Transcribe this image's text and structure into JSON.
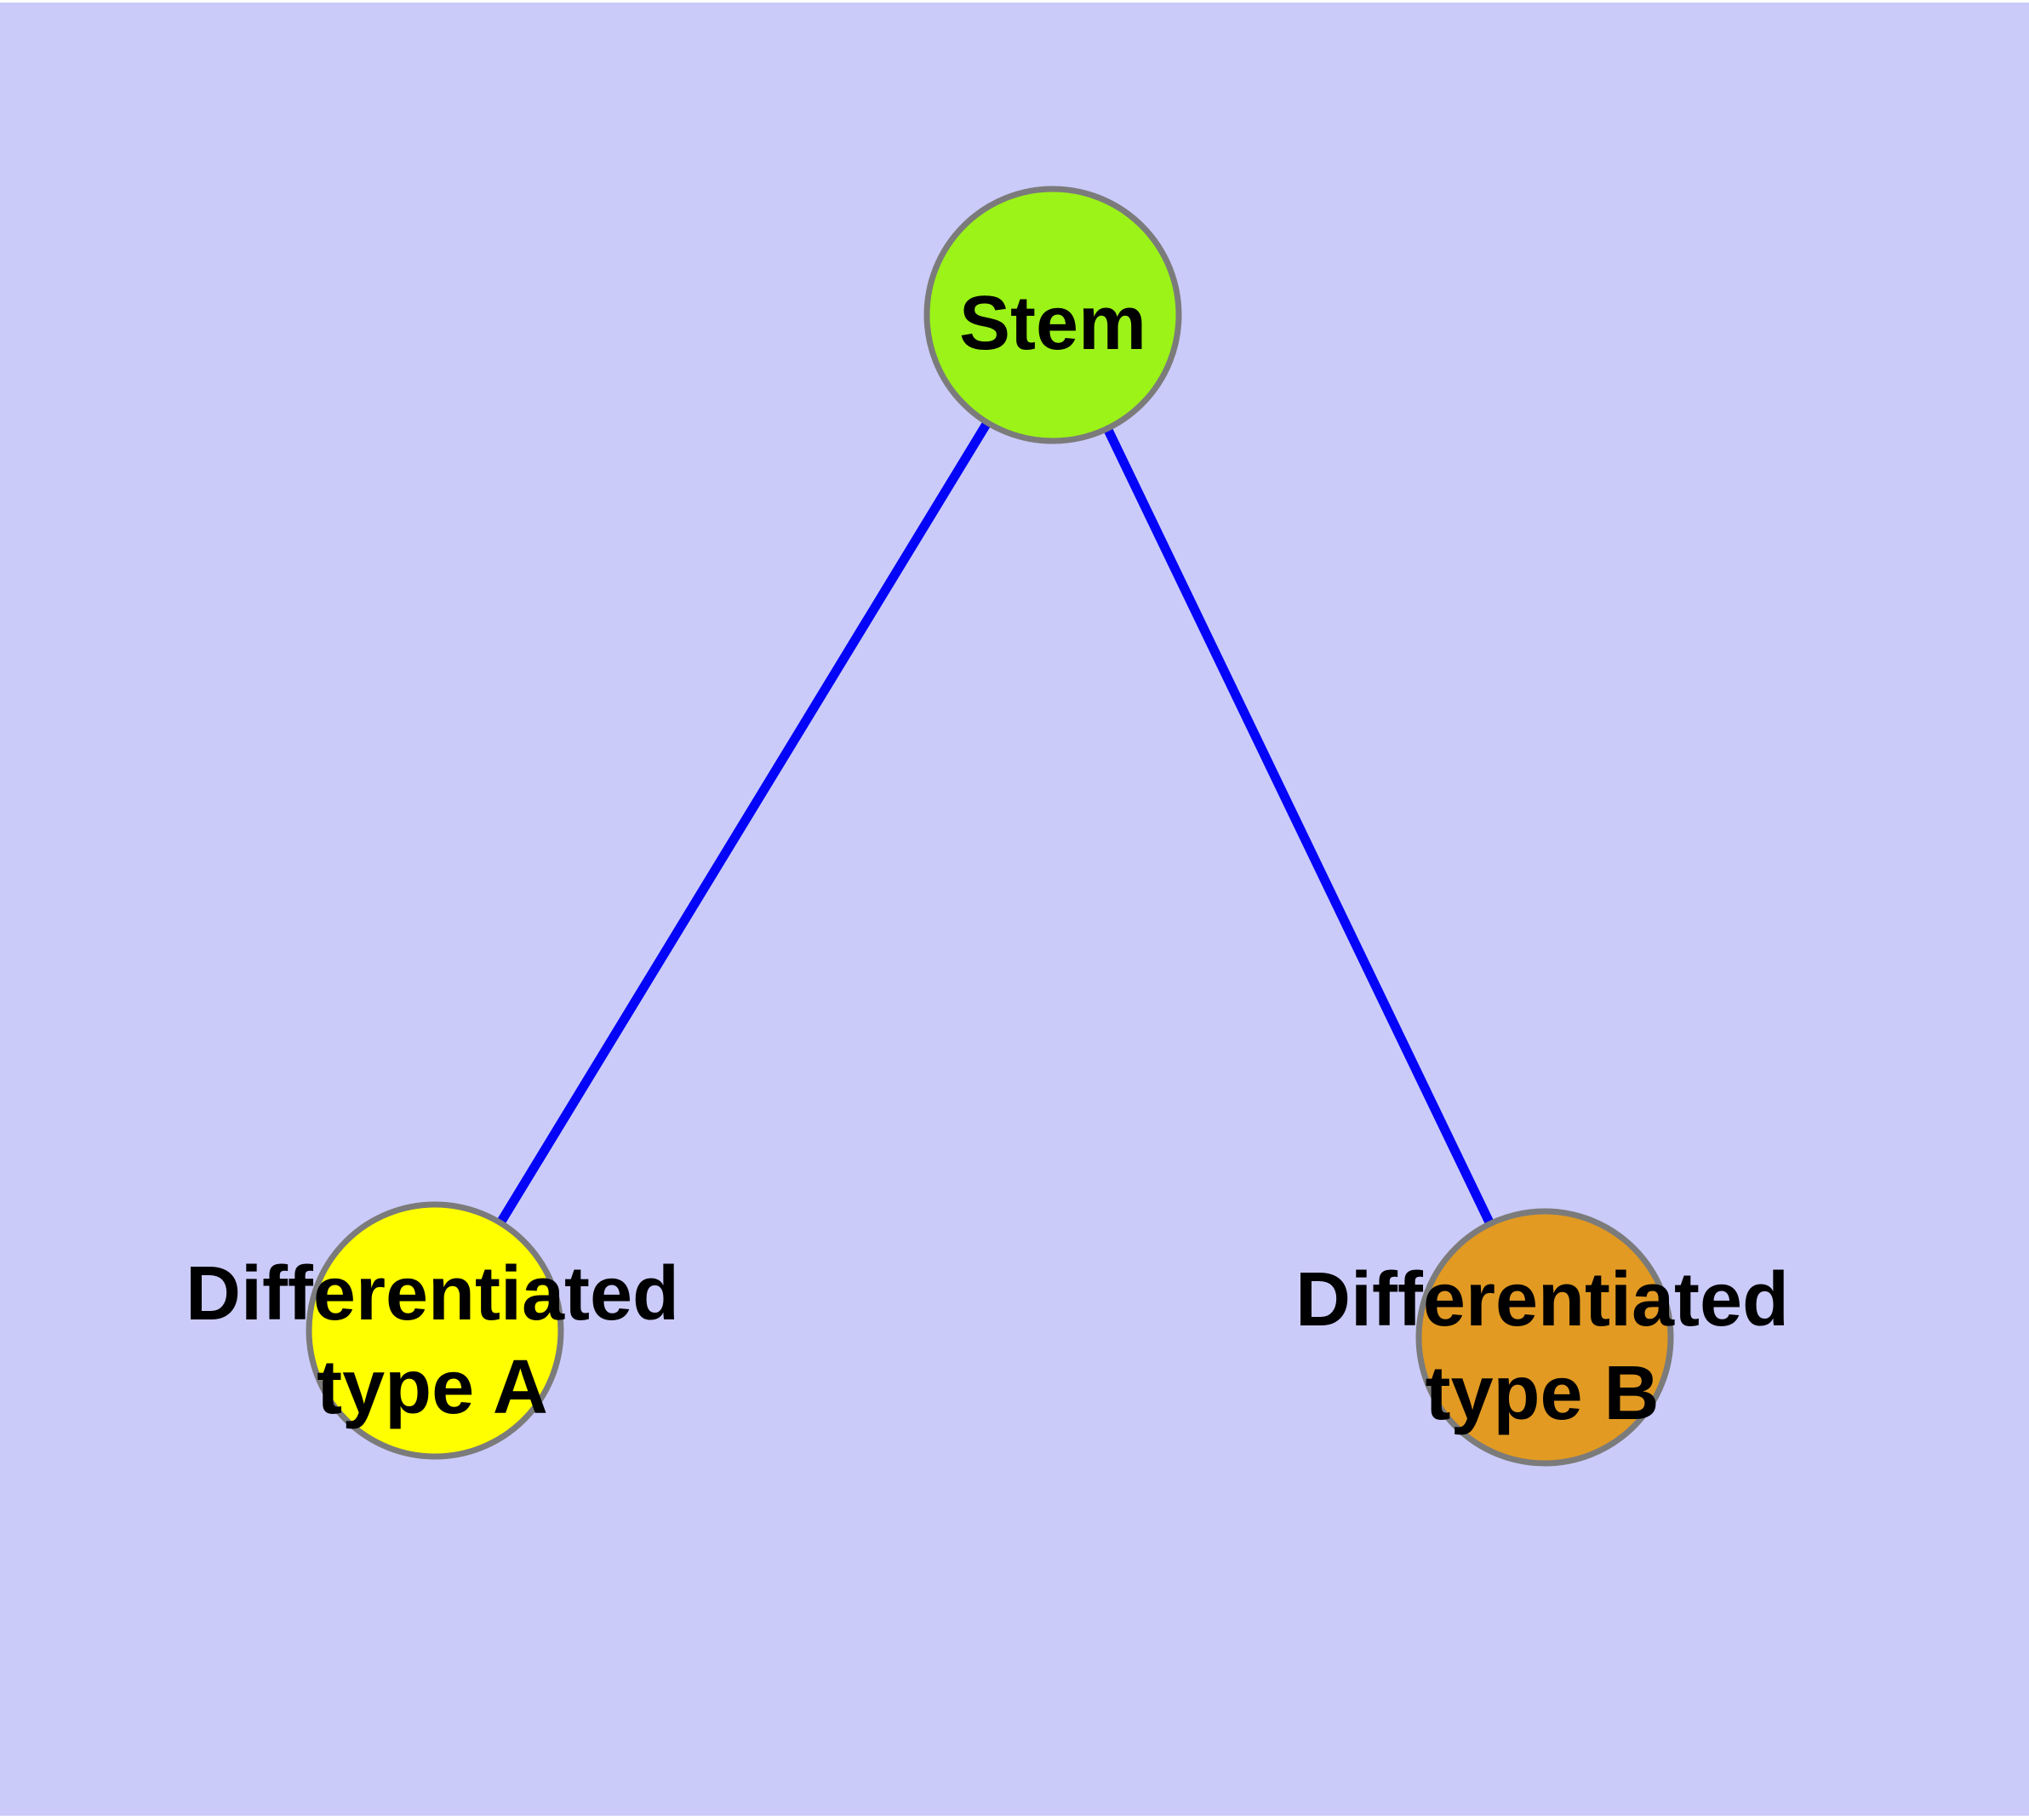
{
  "diagram": {
    "type": "node-link-graph",
    "description": "Cell differentiation tree: a stem node with two differentiated child types",
    "background_color": "#CBCBFA",
    "edge_color": "#0404F8",
    "node_border_color": "#7B7B7B",
    "label_color": "#000000",
    "nodes": [
      {
        "id": "stem",
        "lines": {
          "0": "Stem",
          "1": ""
        },
        "fill": "#9BF318"
      },
      {
        "id": "differentiated-type-a",
        "lines": {
          "0": "Differentiated",
          "1": "type A"
        },
        "fill": "#FFFF00"
      },
      {
        "id": "differentiated-type-b",
        "lines": {
          "0": "Differentiated",
          "1": "type B"
        },
        "fill": "#E29A22"
      }
    ],
    "edges": [
      {
        "from": "stem",
        "to": "differentiated-type-a"
      },
      {
        "from": "stem",
        "to": "differentiated-type-b"
      }
    ]
  }
}
